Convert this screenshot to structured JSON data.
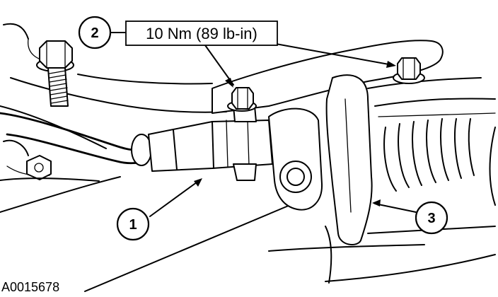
{
  "figure": {
    "id": "A0015678"
  },
  "callouts": [
    {
      "number": "1"
    },
    {
      "number": "2"
    },
    {
      "number": "3"
    }
  ],
  "torque_spec": {
    "text": "10 Nm (89 lb-in)"
  }
}
